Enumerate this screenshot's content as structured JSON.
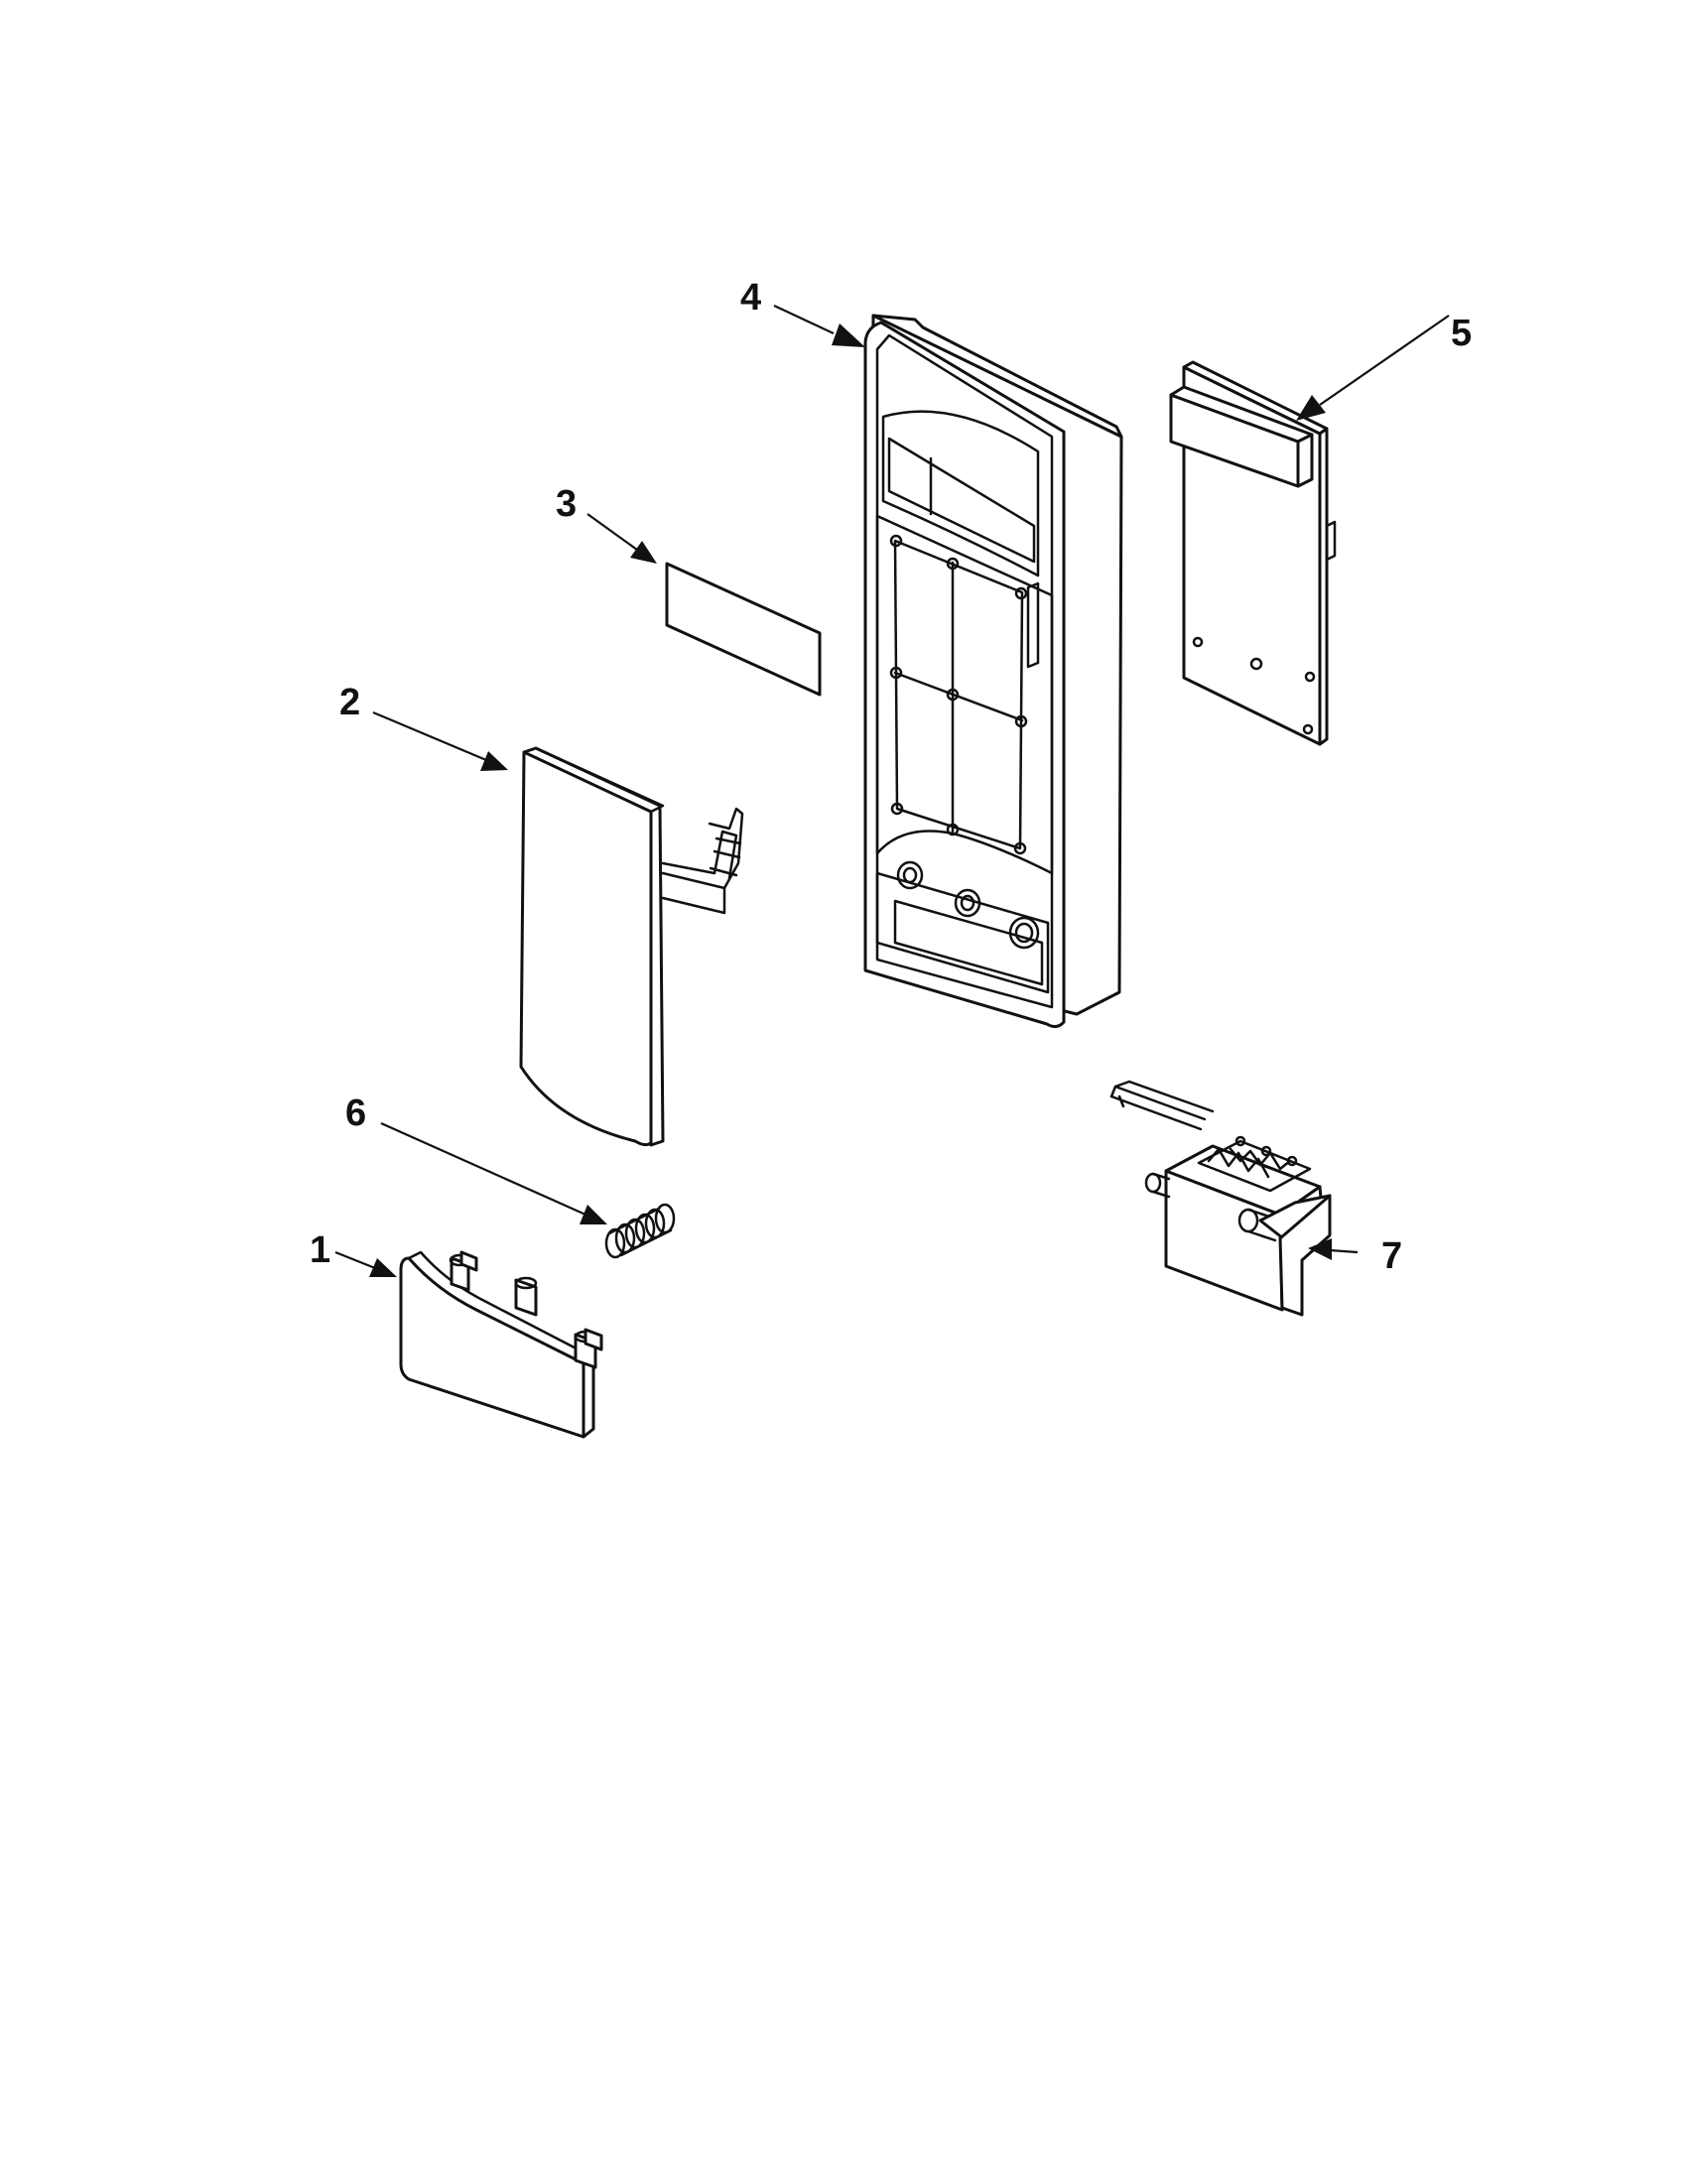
{
  "diagram": {
    "type": "exploded parts view",
    "callouts": [
      {
        "id": "1",
        "label": "1"
      },
      {
        "id": "2",
        "label": "2"
      },
      {
        "id": "3",
        "label": "3"
      },
      {
        "id": "4",
        "label": "4"
      },
      {
        "id": "5",
        "label": "5"
      },
      {
        "id": "6",
        "label": "6"
      },
      {
        "id": "7",
        "label": "7"
      }
    ],
    "colors": {
      "line": "#111111",
      "background": "#ffffff"
    }
  }
}
